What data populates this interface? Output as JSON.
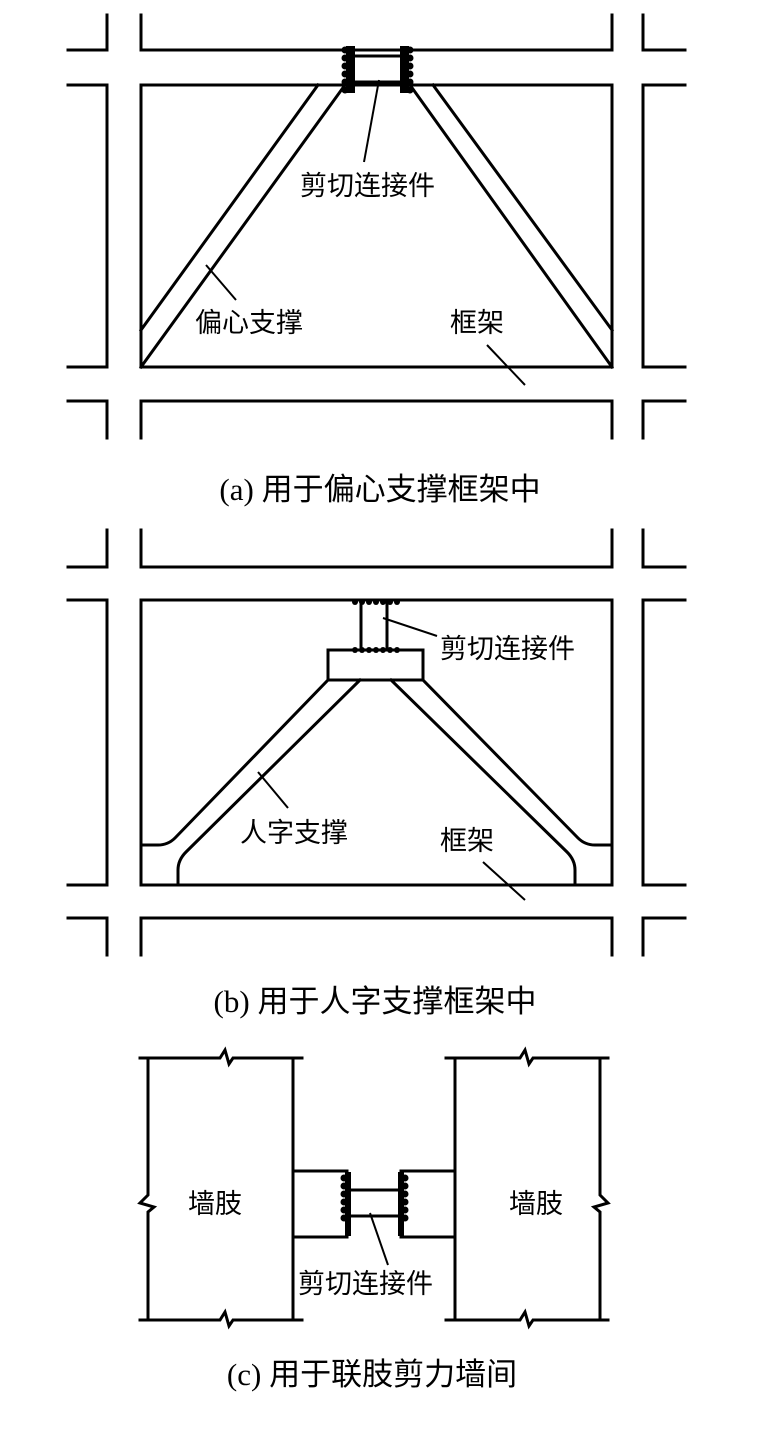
{
  "panel_a": {
    "link_label": "剪切连接件",
    "brace_label": "偏心支撑",
    "frame_label": "框架",
    "caption": "(a)  用于偏心支撑框架中"
  },
  "panel_b": {
    "link_label": "剪切连接件",
    "brace_label": "人字支撑",
    "frame_label": "框架",
    "caption": "(b)  用于人字支撑框架中"
  },
  "panel_c": {
    "left_wall_label": "墙肢",
    "right_wall_label": "墙肢",
    "link_label": "剪切连接件",
    "caption": "(c)  用于联肢剪力墙间"
  }
}
